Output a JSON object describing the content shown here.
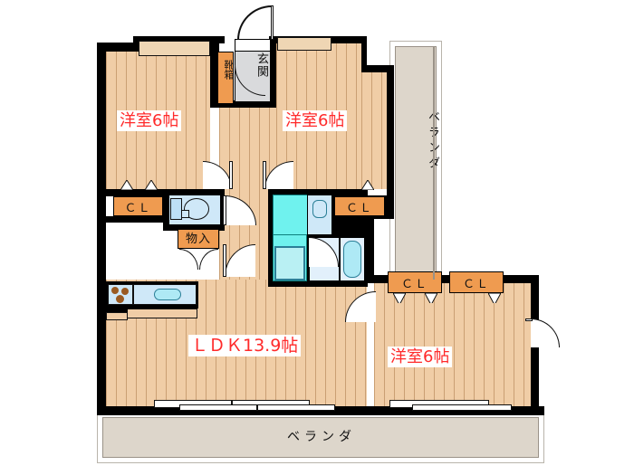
{
  "plan": {
    "type": "japanese-floor-plan",
    "layout_name": "3LDK",
    "rooms": [
      {
        "id": "washitsu-left",
        "label": "洋室6帖",
        "size_jo": 6,
        "kind": "western-room"
      },
      {
        "id": "washitsu-right",
        "label": "洋室6帖",
        "size_jo": 6,
        "kind": "western-room"
      },
      {
        "id": "bedroom-south",
        "label": "洋室6帖",
        "size_jo": 6,
        "kind": "western-room"
      },
      {
        "id": "ldk",
        "label": "ＬＤＫ13.9帖",
        "size_jo": 13.9,
        "kind": "living-dining-kitchen"
      }
    ],
    "closets": [
      {
        "id": "cl-1",
        "label": "ＣＬ"
      },
      {
        "id": "cl-2",
        "label": "ＣＬ"
      },
      {
        "id": "cl-3",
        "label": "ＣＬ"
      },
      {
        "id": "cl-4",
        "label": "ＣＬ"
      }
    ],
    "storage": [
      {
        "id": "shoe-box",
        "label": "靴箱"
      },
      {
        "id": "monoire",
        "label": "物入"
      }
    ],
    "entrance": {
      "label": "玄関"
    },
    "verandas": [
      {
        "id": "veranda-east",
        "label": "ベランダ",
        "orientation": "vertical"
      },
      {
        "id": "veranda-south",
        "label": "ベランダ",
        "orientation": "horizontal"
      }
    ],
    "colors": {
      "wall": "#000000",
      "flooring": "#f0cda6",
      "closet": "#ef9b50",
      "kitchen": "#6ff2ee",
      "water_area": "#cfe8f8",
      "veranda": "#ddd6cb",
      "room_label": "#ff2a2a",
      "background": "#ffffff"
    }
  }
}
